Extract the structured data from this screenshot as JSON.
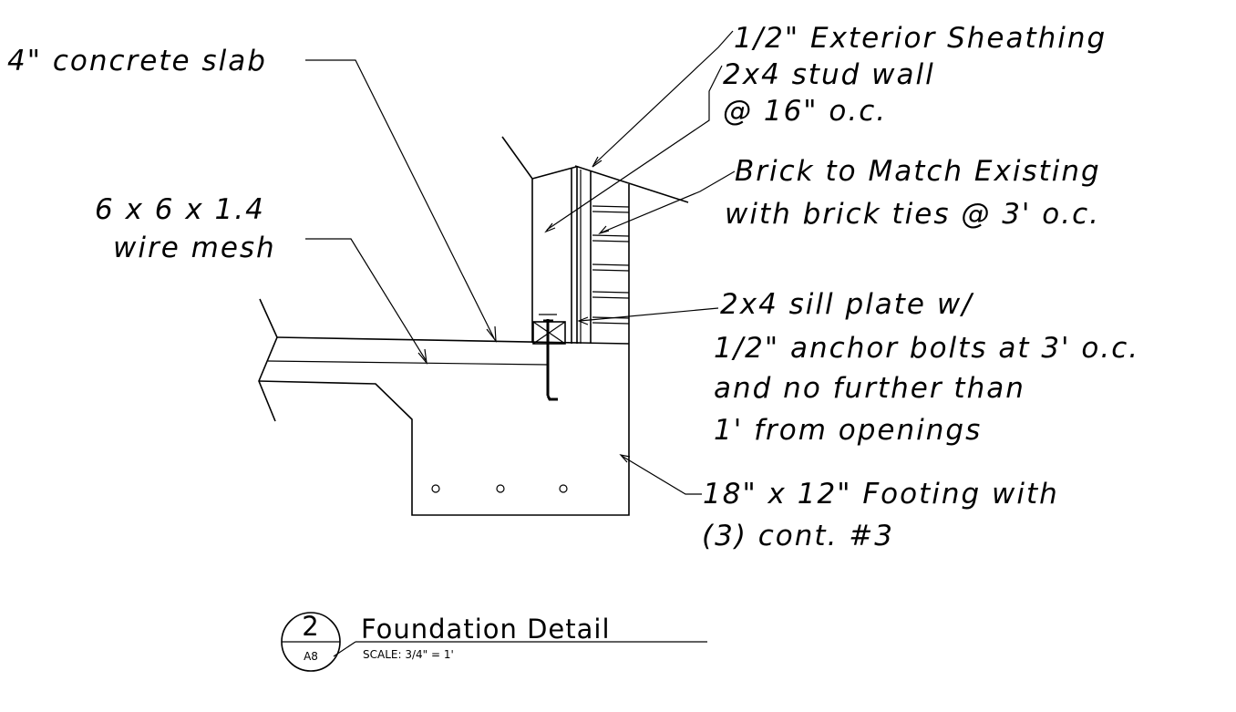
{
  "labels": {
    "exterior_sheathing": "1/2\" Exterior Sheathing",
    "concrete_slab": "4\" concrete slab",
    "stud_wall_line1": "2x4 stud wall",
    "stud_wall_line2": "@ 16\" o.c.",
    "brick_line1": "Brick to Match Existing",
    "brick_line2": "with brick ties @ 3' o.c.",
    "wire_mesh_line1": "6 x 6 x 1.4",
    "wire_mesh_line2": "wire mesh",
    "sill_line1": "2x4 sill plate w/",
    "sill_line2": "1/2\" anchor bolts at 3' o.c.",
    "sill_line3": "and no further than",
    "sill_line4": "1' from openings",
    "footing_line1": "18\" x 12\" Footing with",
    "footing_line2": "(3) cont. #3"
  },
  "title_block": {
    "detail_number": "2",
    "sheet": "A8",
    "title": "Foundation Detail",
    "scale": "SCALE: 3/4\" = 1'"
  }
}
